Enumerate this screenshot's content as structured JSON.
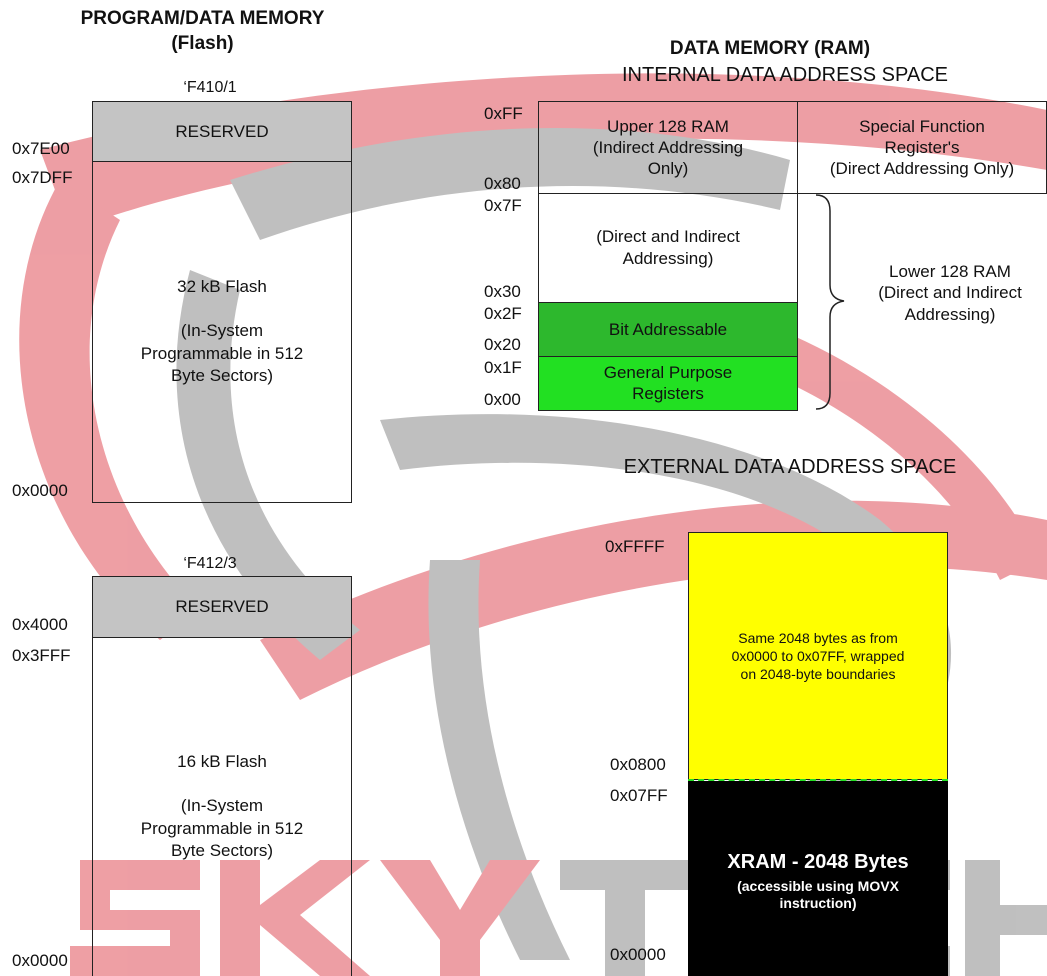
{
  "left": {
    "title": "PROGRAM/DATA MEMORY",
    "subtitle": "(Flash)",
    "top": {
      "variant": "‘F410/1",
      "reserved": "RESERVED",
      "flash_text": "32 kB Flash\n\n(In-System\nProgrammable in 512\nByte Sectors)",
      "addr_top": "0x7E00",
      "addr_mid": "0x7DFF",
      "addr_bottom": "0x0000"
    },
    "bottom": {
      "variant": "‘F412/3",
      "reserved": "RESERVED",
      "flash_text": "16 kB Flash\n\n(In-System\nProgrammable in 512\nByte Sectors)",
      "addr_top": "0x4000",
      "addr_mid": "0x3FFF",
      "addr_bottom": "0x0000"
    }
  },
  "ram": {
    "title": "DATA MEMORY (RAM)",
    "subtitle": "INTERNAL DATA  ADDRESS SPACE",
    "upper_ram": "Upper 128 RAM\n(Indirect Addressing\nOnly)",
    "sfr": "Special Function\nRegister's\n(Direct Addressing Only)",
    "direct_indirect": "(Direct and Indirect\nAddressing)",
    "bit_addressable": "Bit Addressable",
    "gp_registers": "General Purpose\nRegisters",
    "lower_ram": "Lower 128 RAM\n(Direct and Indirect\nAddressing)",
    "addresses": {
      "ff": "0xFF",
      "x80": "0x80",
      "x7f": "0x7F",
      "x30": "0x30",
      "x2f": "0x2F",
      "x20": "0x20",
      "x1f": "0x1F",
      "x00": "0x00"
    },
    "colors": {
      "bit_addressable": "#2db82d",
      "gp_registers": "#22e022"
    }
  },
  "external": {
    "title": "EXTERNAL DATA ADDRESS SPACE",
    "wrap_text": "Same 2048 bytes as from\n0x0000 to 0x07FF, wrapped\non 2048-byte boundaries",
    "xram_title": "XRAM - 2048 Bytes",
    "xram_sub": "(accessible using MOVX\ninstruction)",
    "addresses": {
      "ffff": "0xFFFF",
      "x0800": "0x0800",
      "x07ff": "0x07FF",
      "x0000": "0x0000"
    },
    "colors": {
      "wrap_region": "#ffff00",
      "xram": "#000000"
    }
  },
  "watermark": {
    "text": "SKYTECH",
    "colors": {
      "red": "#e0505a",
      "gray": "#8c8c8c"
    }
  }
}
